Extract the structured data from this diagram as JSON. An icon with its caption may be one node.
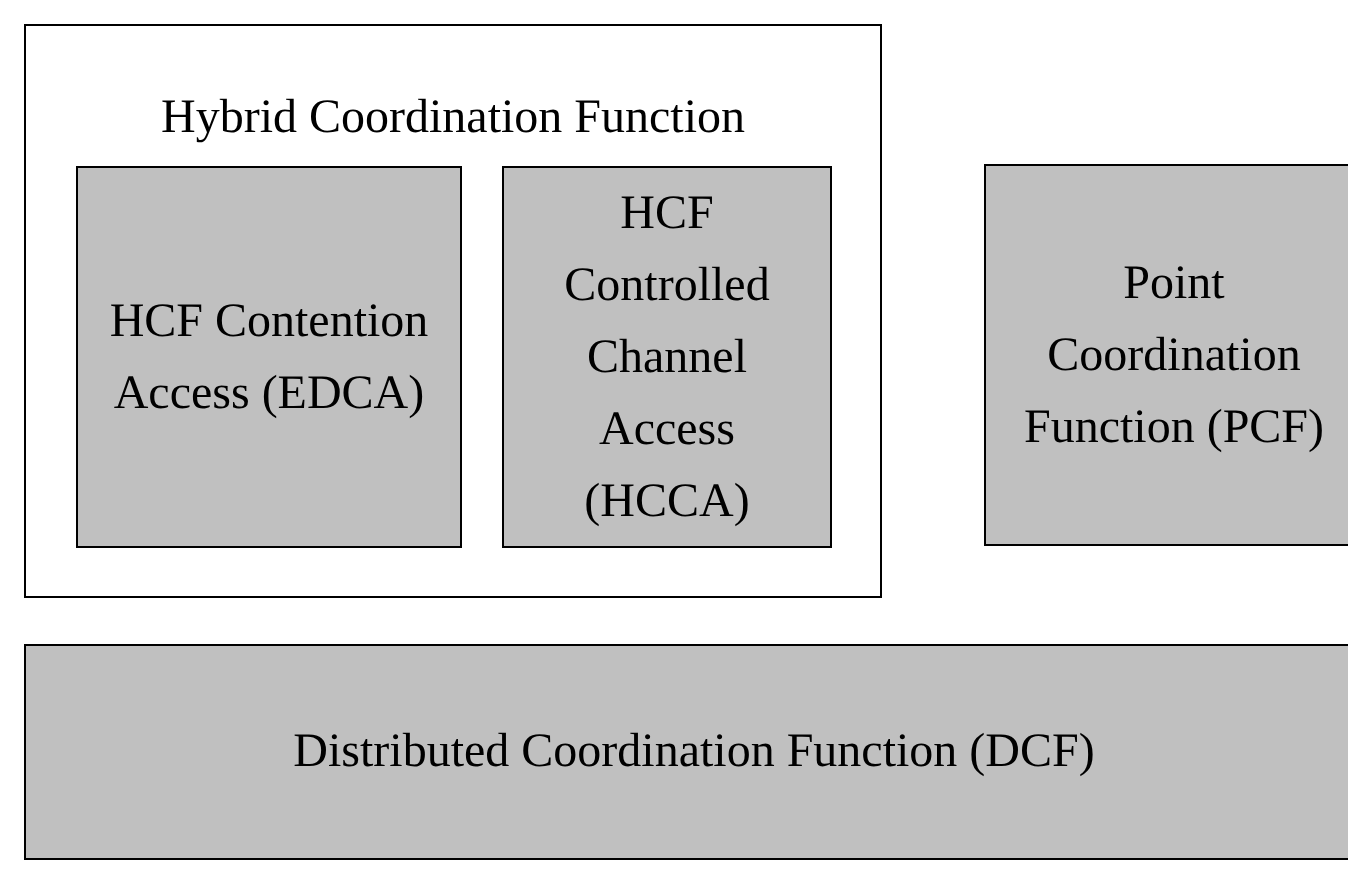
{
  "diagram": {
    "nodes": [
      {
        "text": [
          "Hybrid Coordination Function"
        ]
      },
      {
        "text": [
          "HCF Contention Access (EDCA)"
        ],
        "in": 0
      },
      {
        "text": [
          "HCF Controlled Channel Access (HCCA)"
        ],
        "in": 0
      },
      {
        "text": [
          "Point Coordination Function (PCF)"
        ]
      },
      {
        "text": [
          "Distributed Coordination Function (DCF)"
        ]
      }
    ]
  }
}
